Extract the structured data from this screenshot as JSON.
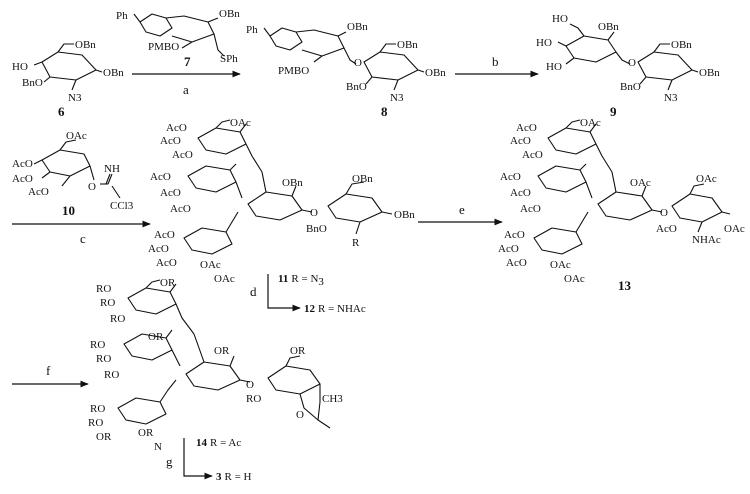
{
  "compounds": [
    {
      "id": "c6",
      "label": "6",
      "subs": [
        "OBn",
        "HO",
        "BnO",
        "N3",
        "OBn"
      ]
    },
    {
      "id": "c7",
      "label": "7",
      "subs": [
        "Ph",
        "OBn",
        "PMBO",
        "SPh"
      ]
    },
    {
      "id": "c8",
      "label": "8",
      "subs": [
        "Ph",
        "OBn",
        "PMBO",
        "O",
        "OBn",
        "BnO",
        "N3",
        "OBn"
      ]
    },
    {
      "id": "c9",
      "label": "9",
      "subs": [
        "HO",
        "OBn",
        "HO",
        "HO",
        "O",
        "OBn",
        "BnO",
        "N3",
        "OBn"
      ]
    },
    {
      "id": "c10",
      "label": "10",
      "subs": [
        "OAc",
        "AcO",
        "AcO",
        "AcO",
        "NH",
        "O",
        "CCl3"
      ]
    },
    {
      "id": "c11",
      "label": "11",
      "subs": [
        "AcO",
        "OAc",
        "AcO",
        "AcO",
        "AcO",
        "AcO",
        "AcO",
        "OBn",
        "OBn",
        "O",
        "BnO",
        "OBn",
        "R",
        "AcO",
        "AcO",
        "AcO",
        "OAc",
        "OAc"
      ]
    },
    {
      "id": "c13",
      "label": "13",
      "subs": [
        "AcO",
        "OAc",
        "AcO",
        "AcO",
        "AcO",
        "AcO",
        "AcO",
        "OAc",
        "OAc",
        "O",
        "AcO",
        "OAc",
        "NHAc",
        "AcO",
        "AcO",
        "AcO",
        "OAc",
        "OAc"
      ]
    },
    {
      "id": "c14",
      "label": "14",
      "subs": [
        "RO",
        "OR",
        "RO",
        "RO",
        "RO",
        "OR",
        "RO",
        "RO",
        "OR",
        "OR",
        "O",
        "RO",
        "RO",
        "RO",
        "OR",
        "OR",
        "N",
        "O",
        "CH3"
      ]
    }
  ],
  "steps": [
    "a",
    "b",
    "c",
    "d",
    "e",
    "f",
    "g"
  ],
  "r_definitions": {
    "r11": {
      "label": "11",
      "text": "R = N",
      "sub": "3"
    },
    "r12": {
      "label": "12",
      "text": "R = NHAc"
    },
    "r14": {
      "label": "14",
      "text": "R = Ac"
    },
    "r3": {
      "label": "3",
      "text": "R = H"
    }
  }
}
